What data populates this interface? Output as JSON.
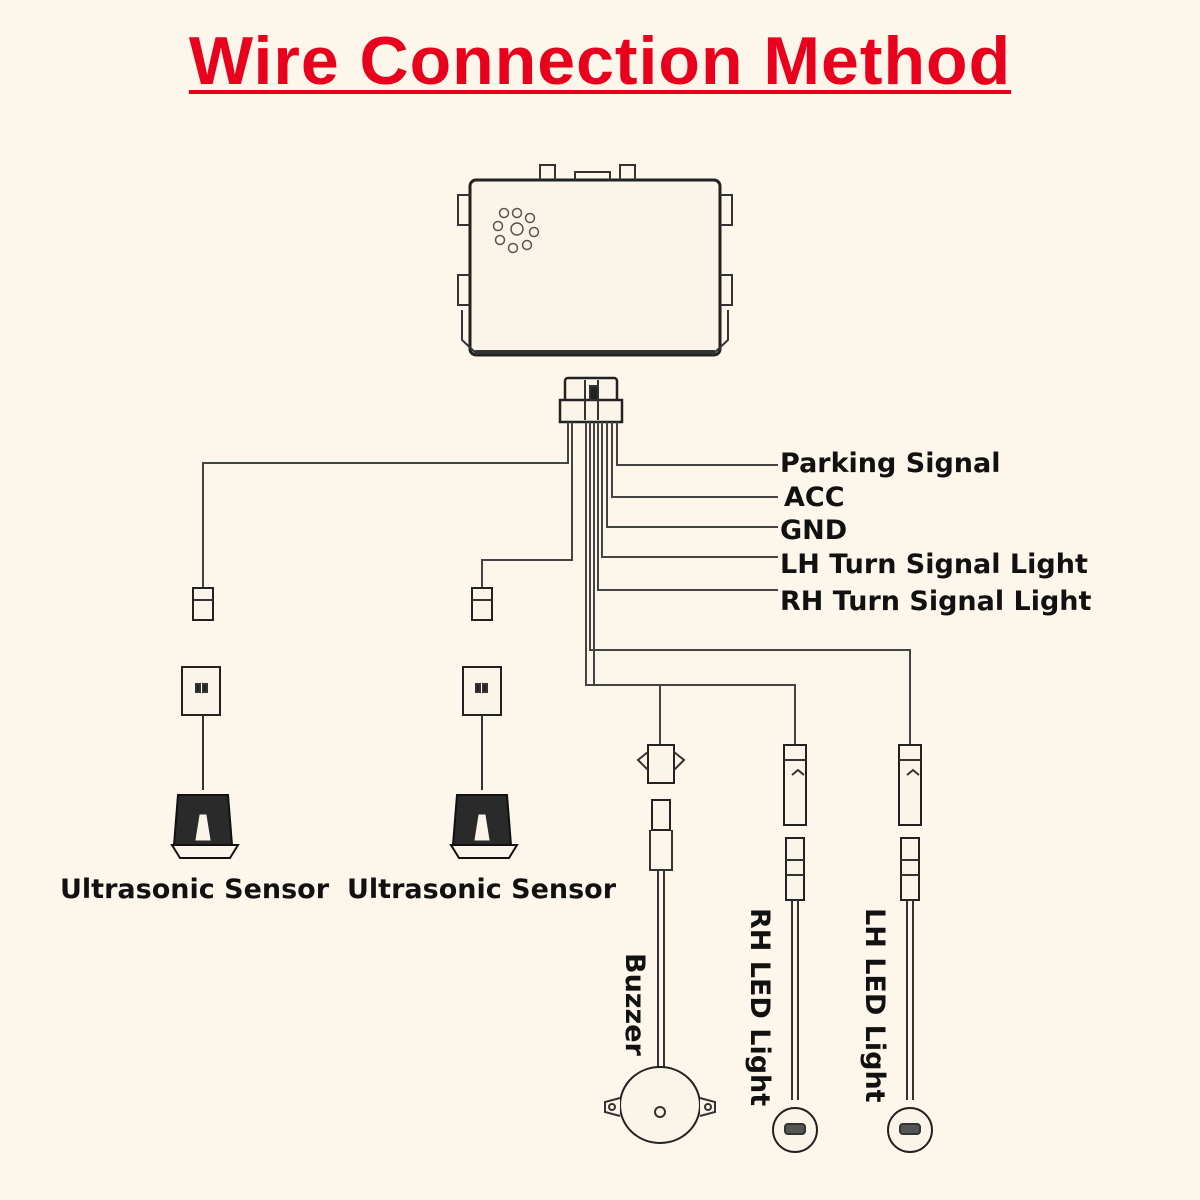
{
  "title": "Wire Connection Method",
  "colors": {
    "title": "#e8001c",
    "background": "#fdf6ea",
    "line": "#333333"
  },
  "signals": {
    "parking": "Parking Signal",
    "acc": "ACC",
    "gnd": "GND",
    "lh_turn": "LH Turn Signal Light",
    "rh_turn": "RH Turn Signal Light"
  },
  "components": {
    "sensor_1": "Ultrasonic Sensor",
    "sensor_2": "Ultrasonic Sensor",
    "buzzer": "Buzzer",
    "rh_led": "RH LED Light",
    "lh_led": "LH LED Light"
  }
}
